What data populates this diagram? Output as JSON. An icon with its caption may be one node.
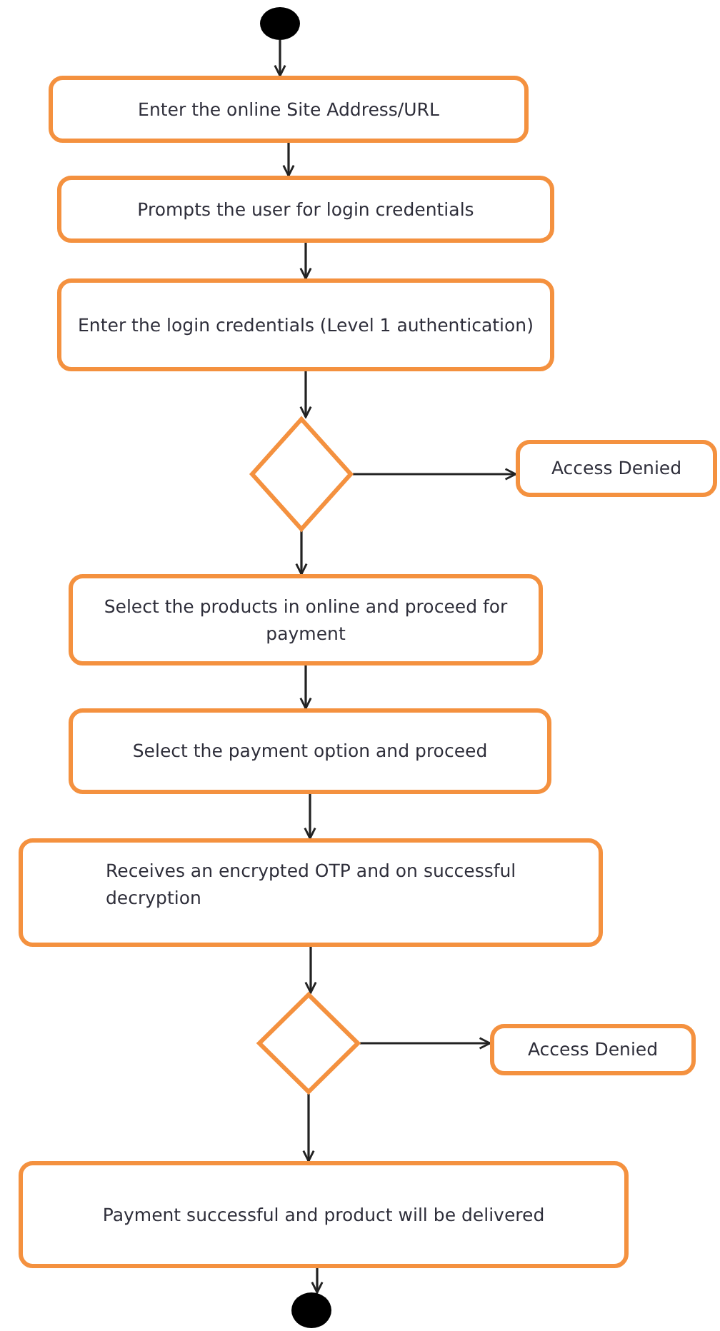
{
  "diagram": {
    "nodes": [
      {
        "text": [],
        "shape": "circle"
      },
      {
        "text": [
          "Enter the online Site Address/URL"
        ]
      },
      {
        "text": [
          "Prompts the user for login credentials"
        ]
      },
      {
        "text": [
          "Enter the login credentials (Level 1 authentication)"
        ]
      },
      {
        "text": [],
        "shape": "diamond"
      },
      {
        "text": [
          "Access Denied"
        ]
      },
      {
        "text": [
          "Select the products in online and proceed for payment"
        ]
      },
      {
        "text": [
          "Select the payment option and proceed"
        ]
      },
      {
        "text": [
          "Receives an encrypted OTP and on successful decryption"
        ]
      },
      {
        "text": [],
        "shape": "diamond"
      },
      {
        "text": [
          "Access Denied"
        ]
      },
      {
        "text": [
          "Payment successful and product will be delivered"
        ]
      },
      {
        "text": [],
        "shape": "circle"
      }
    ],
    "edges": [
      {
        "from": 0,
        "to": 1,
        "arrow": "to"
      },
      {
        "from": 1,
        "to": 2,
        "arrow": "to"
      },
      {
        "from": 2,
        "to": 3,
        "arrow": "to"
      },
      {
        "from": 3,
        "to": 4,
        "arrow": "to"
      },
      {
        "from": 4,
        "to": 5,
        "arrow": "to"
      },
      {
        "from": 4,
        "to": 6,
        "arrow": "to"
      },
      {
        "from": 6,
        "to": 7,
        "arrow": "to"
      },
      {
        "from": 7,
        "to": 8,
        "arrow": "to"
      },
      {
        "from": 8,
        "to": 9,
        "arrow": "to"
      },
      {
        "from": 9,
        "to": 10,
        "arrow": "to"
      },
      {
        "from": 9,
        "to": 11,
        "arrow": "to"
      },
      {
        "from": 11,
        "to": 12,
        "arrow": "to"
      }
    ]
  }
}
